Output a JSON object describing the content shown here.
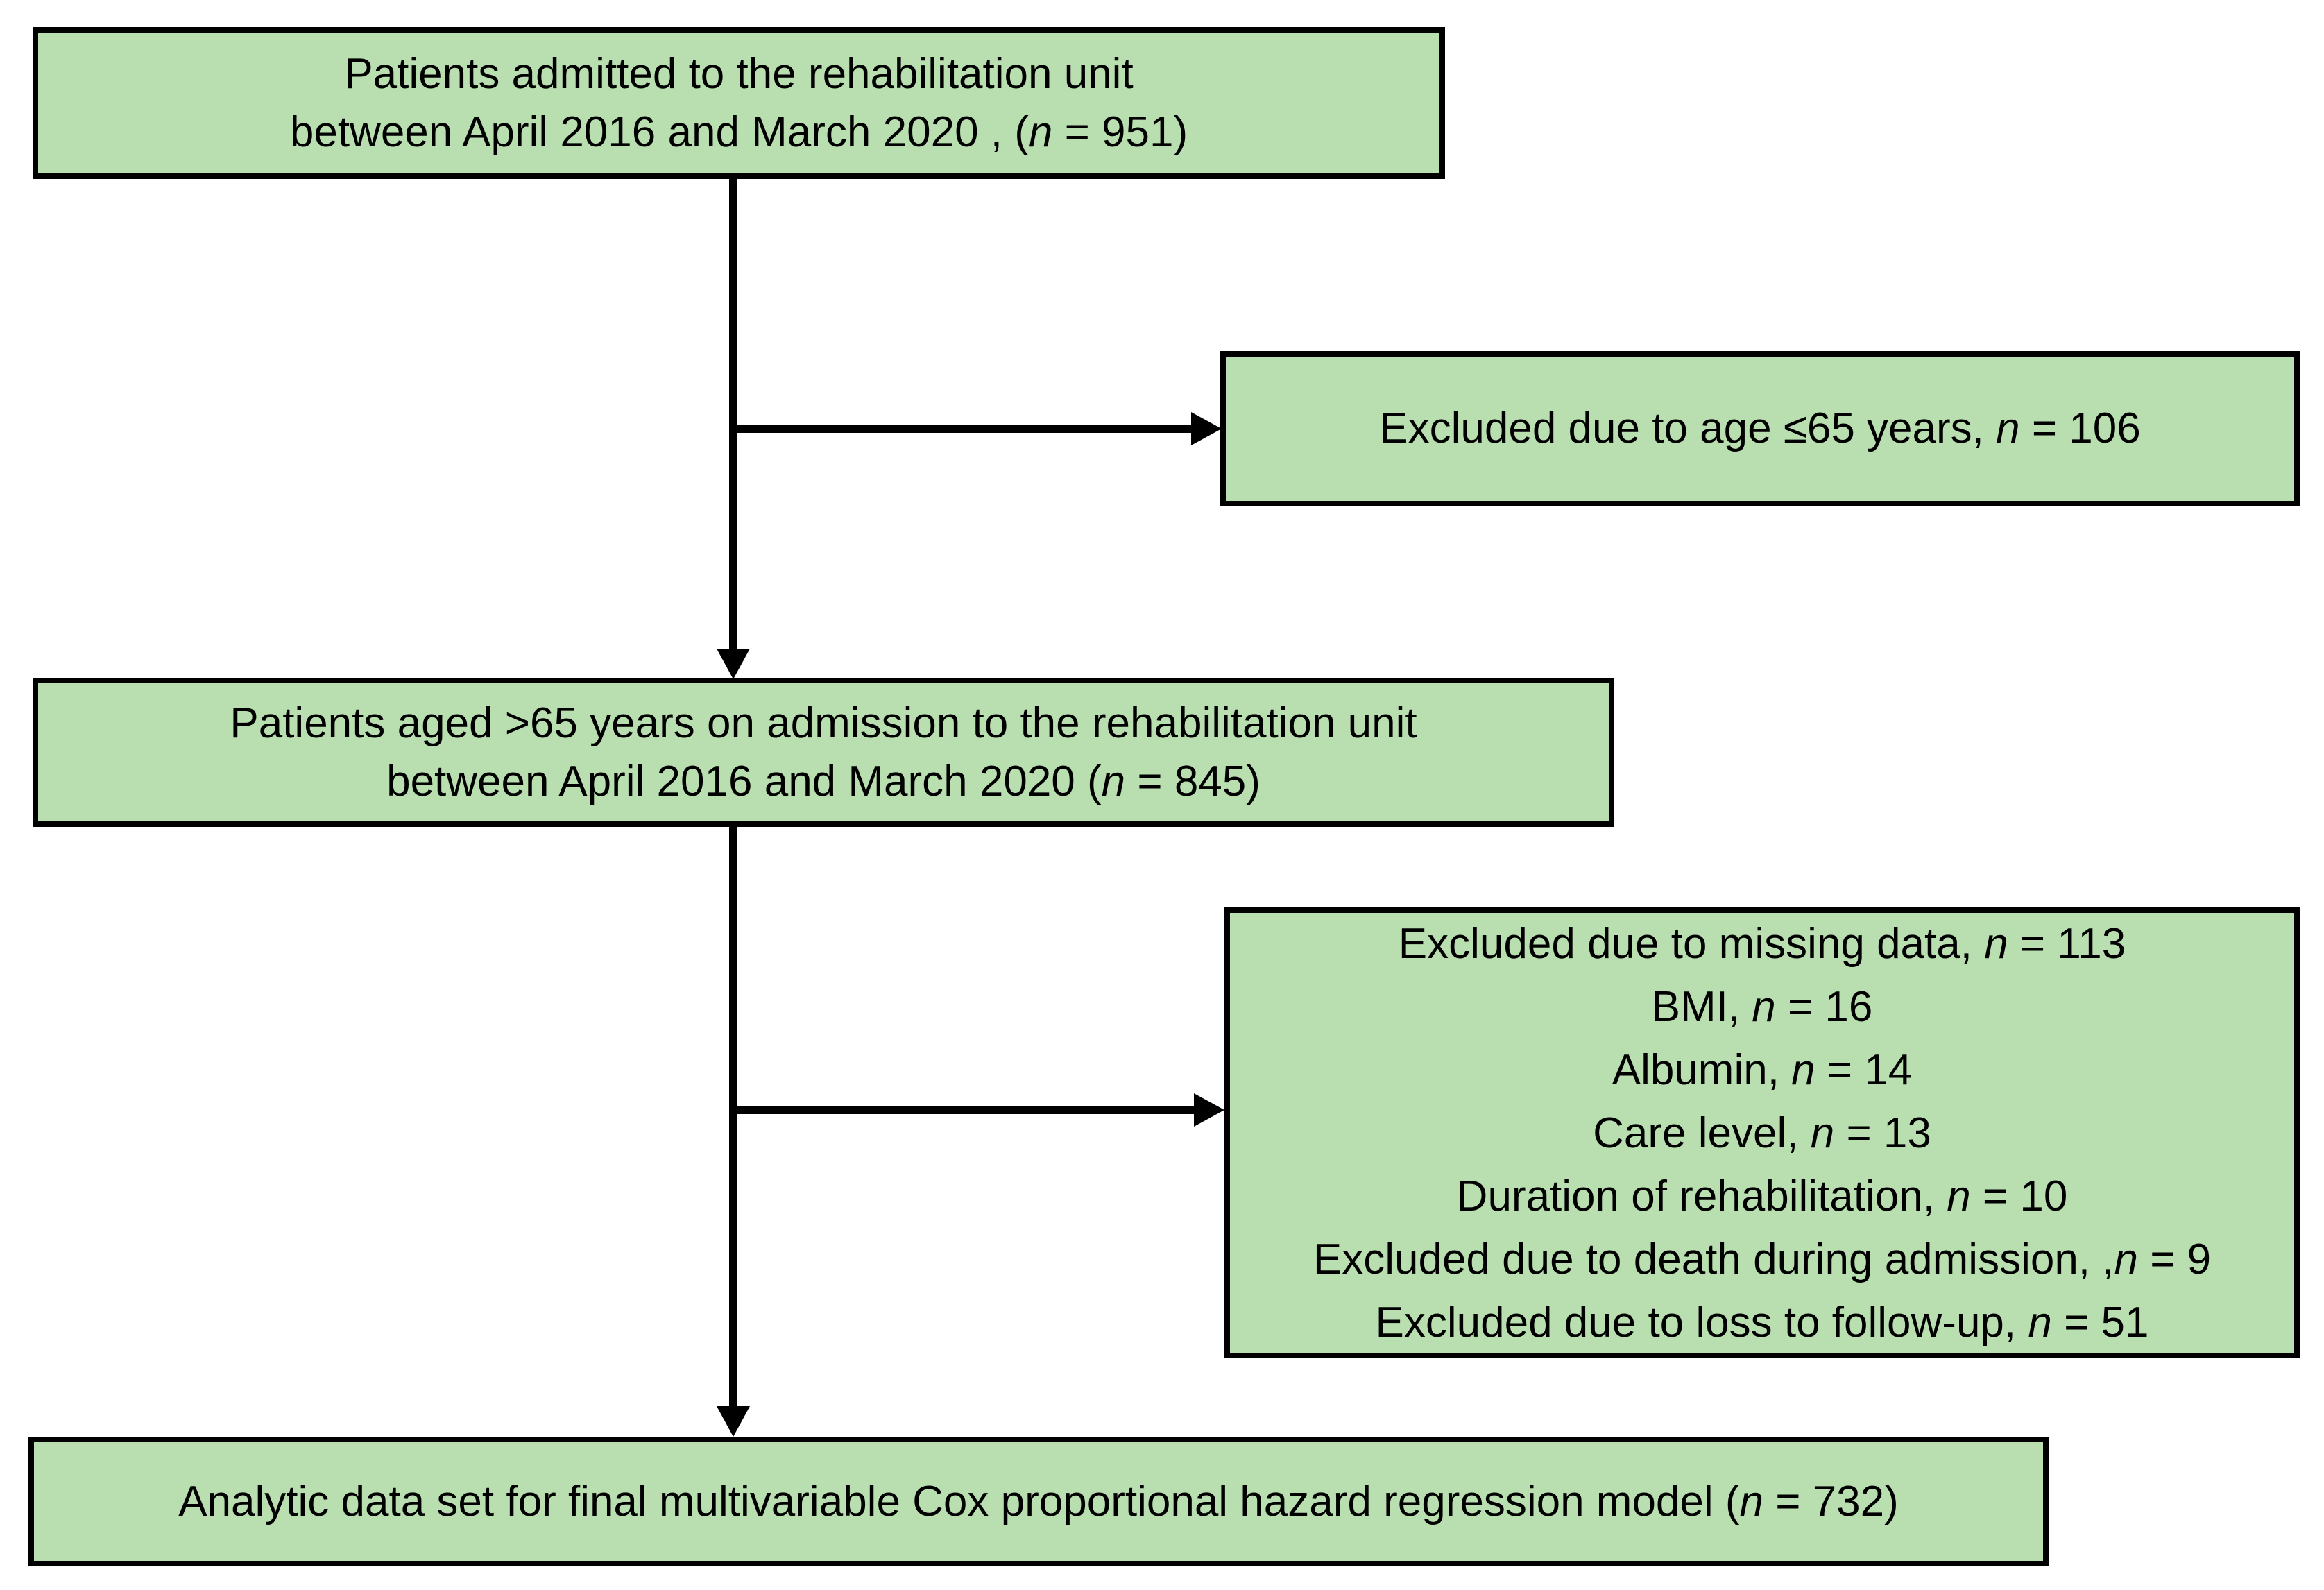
{
  "diagram": {
    "background": "#ffffff",
    "box_fill": "#b9dfb0",
    "box_border_color": "#000000",
    "arrow_color": "#000000",
    "boxes": {
      "admitted": {
        "lines": [
          [
            {
              "t": "Patients admitted to the rehabilitation unit"
            }
          ],
          [
            {
              "t": "between April 2016 and March 2020 , ("
            },
            {
              "t": "n",
              "i": true
            },
            {
              "t": " = 951)"
            }
          ]
        ]
      },
      "excluded_age": {
        "lines": [
          [
            {
              "t": "Excluded due to age ≤65 years, "
            },
            {
              "t": "n",
              "i": true
            },
            {
              "t": " = 106"
            }
          ]
        ]
      },
      "aged_over65": {
        "lines": [
          [
            {
              "t": "Patients aged >65 years on admission to the rehabilitation unit"
            }
          ],
          [
            {
              "t": "between April 2016 and March 2020 ("
            },
            {
              "t": "n",
              "i": true
            },
            {
              "t": " = 845)"
            }
          ]
        ]
      },
      "excluded_missing": {
        "lines": [
          [
            {
              "t": "Excluded due to missing data, "
            },
            {
              "t": "n",
              "i": true
            },
            {
              "t": " = 113"
            }
          ],
          [
            {
              "t": "BMI, "
            },
            {
              "t": "n",
              "i": true
            },
            {
              "t": " = 16"
            }
          ],
          [
            {
              "t": "Albumin, "
            },
            {
              "t": "n",
              "i": true
            },
            {
              "t": " = 14"
            }
          ],
          [
            {
              "t": "Care level, "
            },
            {
              "t": "n",
              "i": true
            },
            {
              "t": " = 13"
            }
          ],
          [
            {
              "t": "Duration of rehabilitation, "
            },
            {
              "t": "n",
              "i": true
            },
            {
              "t": " = 10"
            }
          ],
          [
            {
              "t": "Excluded due to death during admission, ,"
            },
            {
              "t": "n",
              "i": true
            },
            {
              "t": " = 9"
            }
          ],
          [
            {
              "t": "Excluded due to loss to follow-up, "
            },
            {
              "t": "n",
              "i": true
            },
            {
              "t": " = 51"
            }
          ]
        ]
      },
      "analytic": {
        "lines": [
          [
            {
              "t": "Analytic data set for final multivariable Cox proportional hazard regression model ("
            },
            {
              "t": "n",
              "i": true
            },
            {
              "t": " = 732)"
            }
          ]
        ]
      }
    },
    "connections": [
      {
        "from": "admitted",
        "to": "aged_over65",
        "type": "vertical-arrow"
      },
      {
        "from": "admitted-spine",
        "to": "excluded_age",
        "type": "horizontal-arrow"
      },
      {
        "from": "aged_over65",
        "to": "analytic",
        "type": "vertical-arrow"
      },
      {
        "from": "aged_over65-spine",
        "to": "excluded_missing",
        "type": "horizontal-arrow"
      }
    ]
  }
}
